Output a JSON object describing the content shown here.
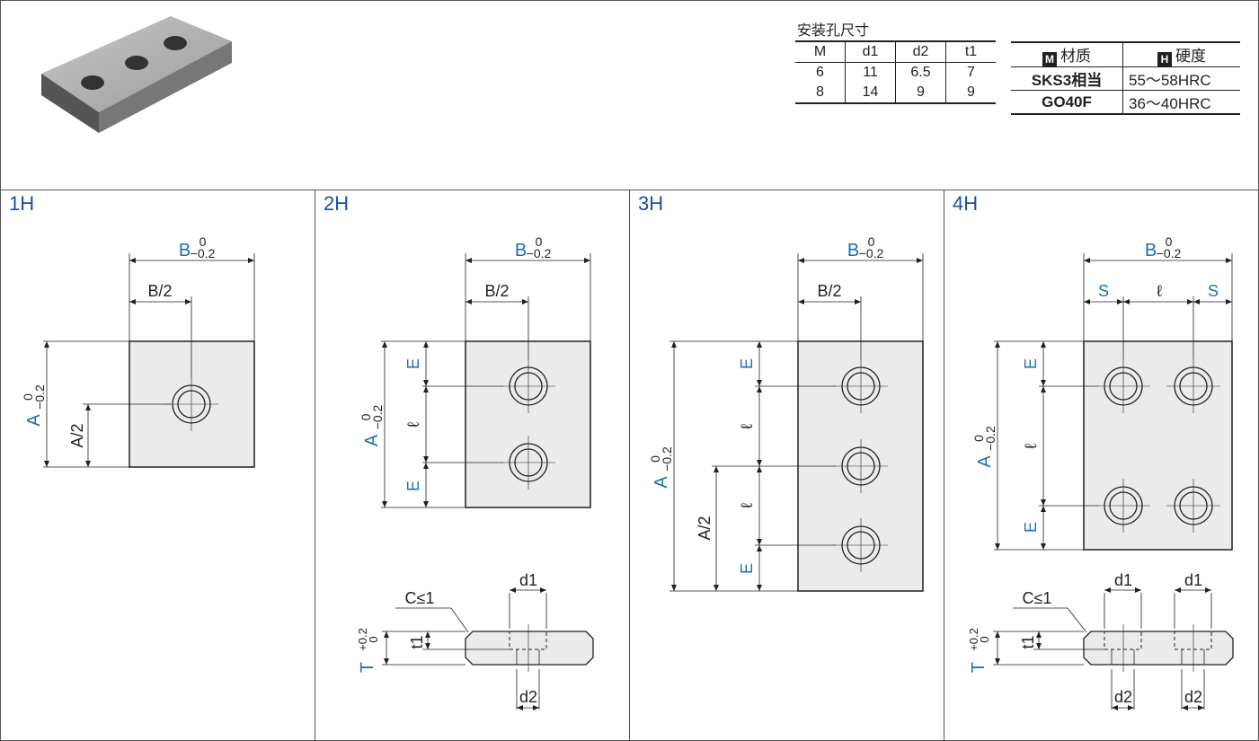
{
  "mounting_holes": {
    "title": "安装孔尺寸",
    "headers": [
      "M",
      "d1",
      "d2",
      "t1"
    ],
    "rows": [
      [
        "6",
        "11",
        "6.5",
        "7"
      ],
      [
        "8",
        "14",
        "9",
        "9"
      ]
    ]
  },
  "materials": {
    "header_material_icon": "M",
    "header_material": "材质",
    "header_hardness_icon": "H",
    "header_hardness": "硬度",
    "rows": [
      {
        "material": "SKS3相当",
        "hardness": "55～58HRC"
      },
      {
        "material": "GO40F",
        "hardness": "36～40HRC"
      }
    ]
  },
  "views": [
    {
      "label": "1H"
    },
    {
      "label": "2H"
    },
    {
      "label": "3H"
    },
    {
      "label": "4H"
    }
  ],
  "dims": {
    "B": "B",
    "A": "A",
    "tol_upper": "0",
    "tol_lower": "−0.2",
    "B_half": "B/2",
    "A_half": "A/2",
    "E": "E",
    "l": "ℓ",
    "S": "S",
    "chamfer": "C≤1",
    "d1": "d1",
    "d2": "d2",
    "t1": "t1",
    "T": "T",
    "T_tol_upper": "+0.2",
    "T_tol_lower": "0"
  }
}
